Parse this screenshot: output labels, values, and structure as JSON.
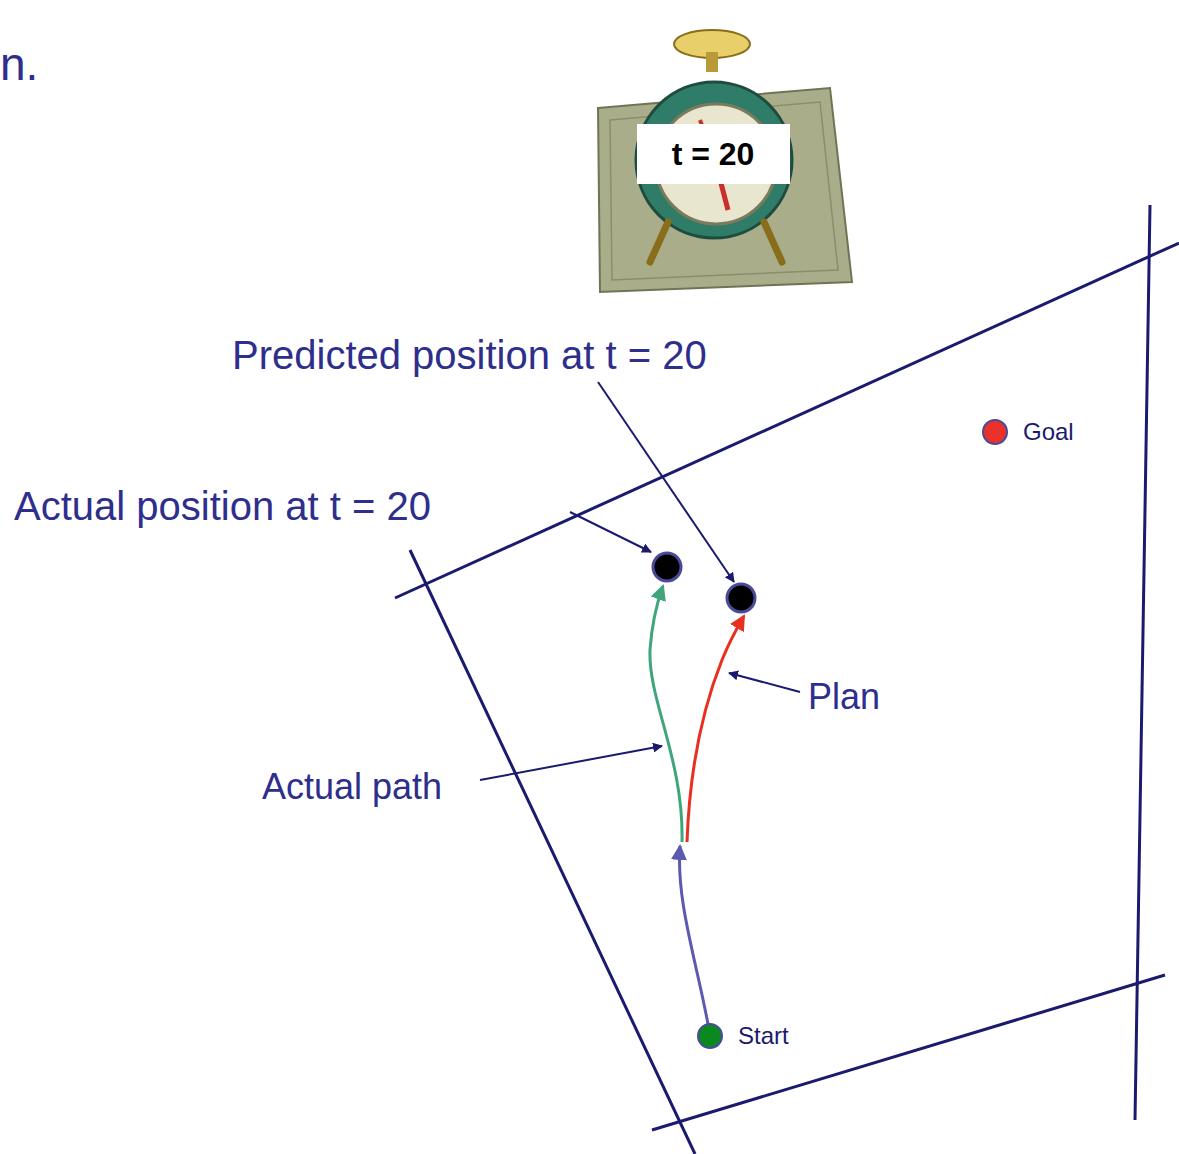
{
  "diagram": {
    "nodes": [
      {
        "text": [
          "t = 20"
        ]
      },
      {
        "text": [
          "Goal"
        ]
      },
      {
        "text": [
          "Start"
        ]
      }
    ],
    "edges": [],
    "labels": [
      "n.",
      "Predicted position at t = 20",
      "Actual position at t = 20",
      "Plan",
      "Actual path"
    ]
  }
}
